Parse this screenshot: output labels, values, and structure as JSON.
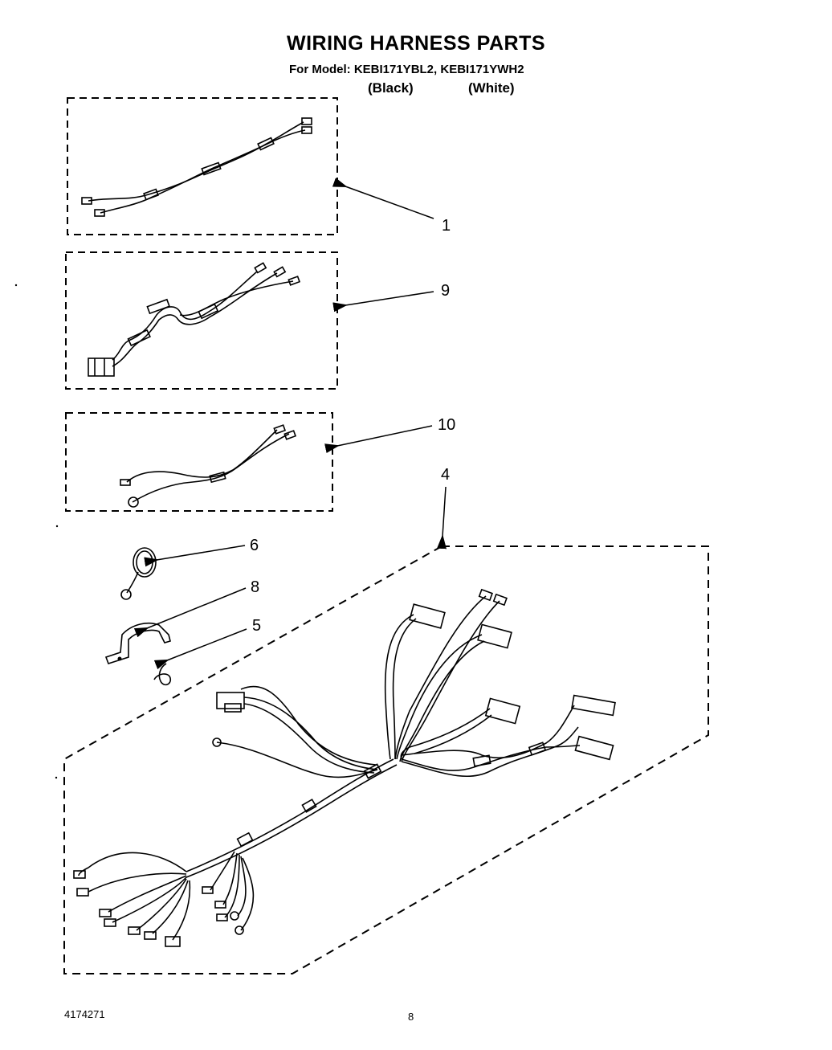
{
  "header": {
    "title": "WIRING HARNESS PARTS",
    "model_line": "For Model: KEBI171YBL2, KEBI171YWH2",
    "color_1": "(Black)",
    "color_2": "(White)"
  },
  "callouts": {
    "part_1": "1",
    "part_9": "9",
    "part_10": "10",
    "part_4": "4",
    "part_6": "6",
    "part_8": "8",
    "part_5": "5"
  },
  "footer": {
    "doc_number": "4174271",
    "page_number": "8"
  }
}
